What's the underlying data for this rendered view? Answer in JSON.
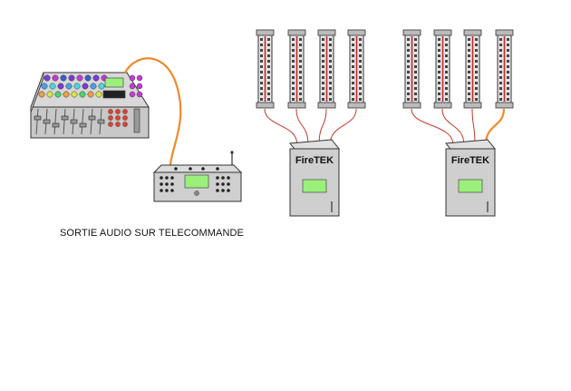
{
  "caption": "SORTIE AUDIO SUR TELECOMMANDE",
  "firing_systems": [
    {
      "brand": "FireTEK",
      "rails": 4,
      "cable_color": "#c0392b"
    },
    {
      "brand": "FireTEK",
      "rails": 4,
      "cable_color": "#c0392b"
    }
  ],
  "audio_cable_color": "#f08a2a",
  "colors": {
    "device_body": "#cfcfcf",
    "screen": "#9af07a",
    "rail_body": "#e6e6e6",
    "rail_line": "#c62828",
    "wire": "#c0392b",
    "audio_cable": "#f08a2a"
  },
  "icons": [
    "mixing-console-icon",
    "remote-control-icon",
    "firing-module-icon",
    "rail-module-icon"
  ]
}
